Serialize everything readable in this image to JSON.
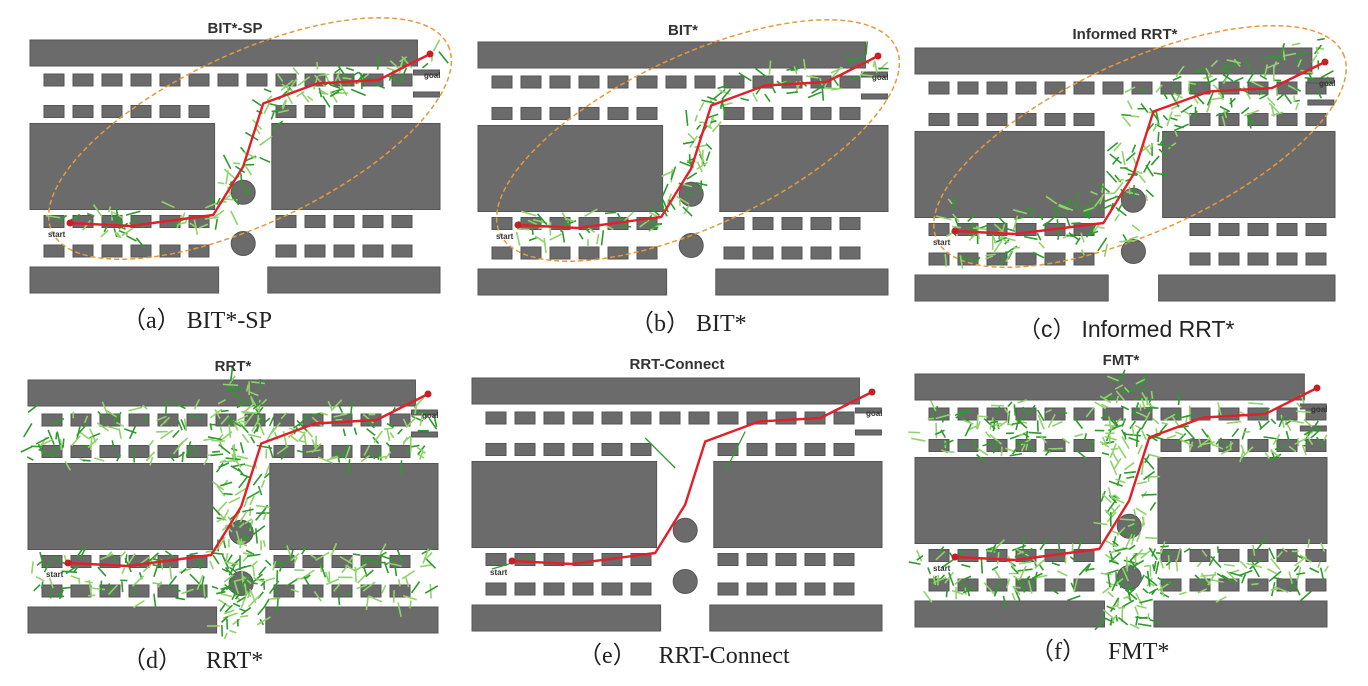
{
  "colors": {
    "obstacle": "#6b6b6b",
    "obstacle_edge": "#555555",
    "path": "#e0202a",
    "tree": "#2e9a2e",
    "tree_light": "#8fd36a",
    "ellipse": "#e89a3a",
    "goal_marker": "#c81e28"
  },
  "labels": {
    "start": "start",
    "goal": "goal"
  },
  "panels": [
    {
      "id": "a",
      "title": "BIT*-SP",
      "caption_letter": "（a）",
      "caption_name": "BIT*-SP",
      "tree": "sparse-narrow",
      "ellipse": true
    },
    {
      "id": "b",
      "title": "BIT*",
      "caption_letter": "（b）",
      "caption_name": "BIT*",
      "tree": "sparse-narrow",
      "ellipse": true
    },
    {
      "id": "c",
      "title": "Informed RRT*",
      "caption_letter": "（c）",
      "caption_name": "Informed RRT*",
      "tree": "medium",
      "ellipse": true
    },
    {
      "id": "d",
      "title": "RRT*",
      "caption_letter": "（d）",
      "caption_name": "RRT*",
      "tree": "dense",
      "ellipse": false
    },
    {
      "id": "e",
      "title": "RRT-Connect",
      "caption_letter": "（e）",
      "caption_name": "RRT-Connect",
      "tree": "lines",
      "ellipse": false
    },
    {
      "id": "f",
      "title": "FMT*",
      "caption_letter": "（f）",
      "caption_name": "FMT*",
      "tree": "dense",
      "ellipse": false
    }
  ]
}
